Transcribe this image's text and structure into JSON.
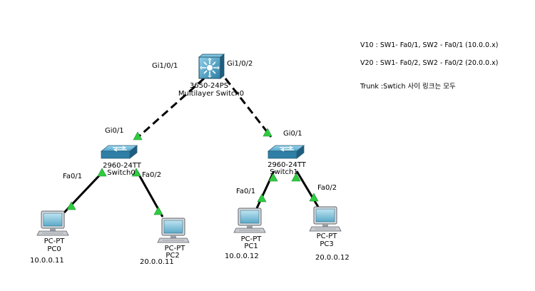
{
  "devices": {
    "ms": {
      "model": "3650-24PS",
      "name": "Multilayer Switch0"
    },
    "sw0": {
      "model": "2960-24TT",
      "name": "Switch0"
    },
    "sw1": {
      "model": "2960-24TT",
      "name": "Switch1"
    },
    "pc0": {
      "model": "PC-PT",
      "name": "PC0",
      "ip": "10.0.0.11"
    },
    "pc2": {
      "model": "PC-PT",
      "name": "PC2",
      "ip": "20.0.0.11"
    },
    "pc1": {
      "model": "PC-PT",
      "name": "PC1",
      "ip": "10.0.0.12"
    },
    "pc3": {
      "model": "PC-PT",
      "name": "PC3",
      "ip": "20.0.0.12"
    }
  },
  "ports": {
    "ms_left": "Gi1/0/1",
    "ms_right": "Gi1/0/2",
    "sw0_up": "Gi0/1",
    "sw1_up": "Gi0/1",
    "sw0_fa1": "Fa0/1",
    "sw0_fa2": "Fa0/2",
    "sw1_fa1": "Fa0/1",
    "sw1_fa2": "Fa0/2"
  },
  "notes": {
    "v10": "V10 : SW1- Fa0/1, SW2 - Fa0/1 (10.0.0.x)",
    "v20": "V20 : SW1- Fa0/2, SW2 - Fa0/2 (20.0.0.x)",
    "trunk": "Trunk :Swtich 사이 링크는 모두"
  },
  "colors": {
    "link_indicator": "#2ecc40",
    "trunk_line": "#000000",
    "device_blue": "#3a8fb0"
  }
}
